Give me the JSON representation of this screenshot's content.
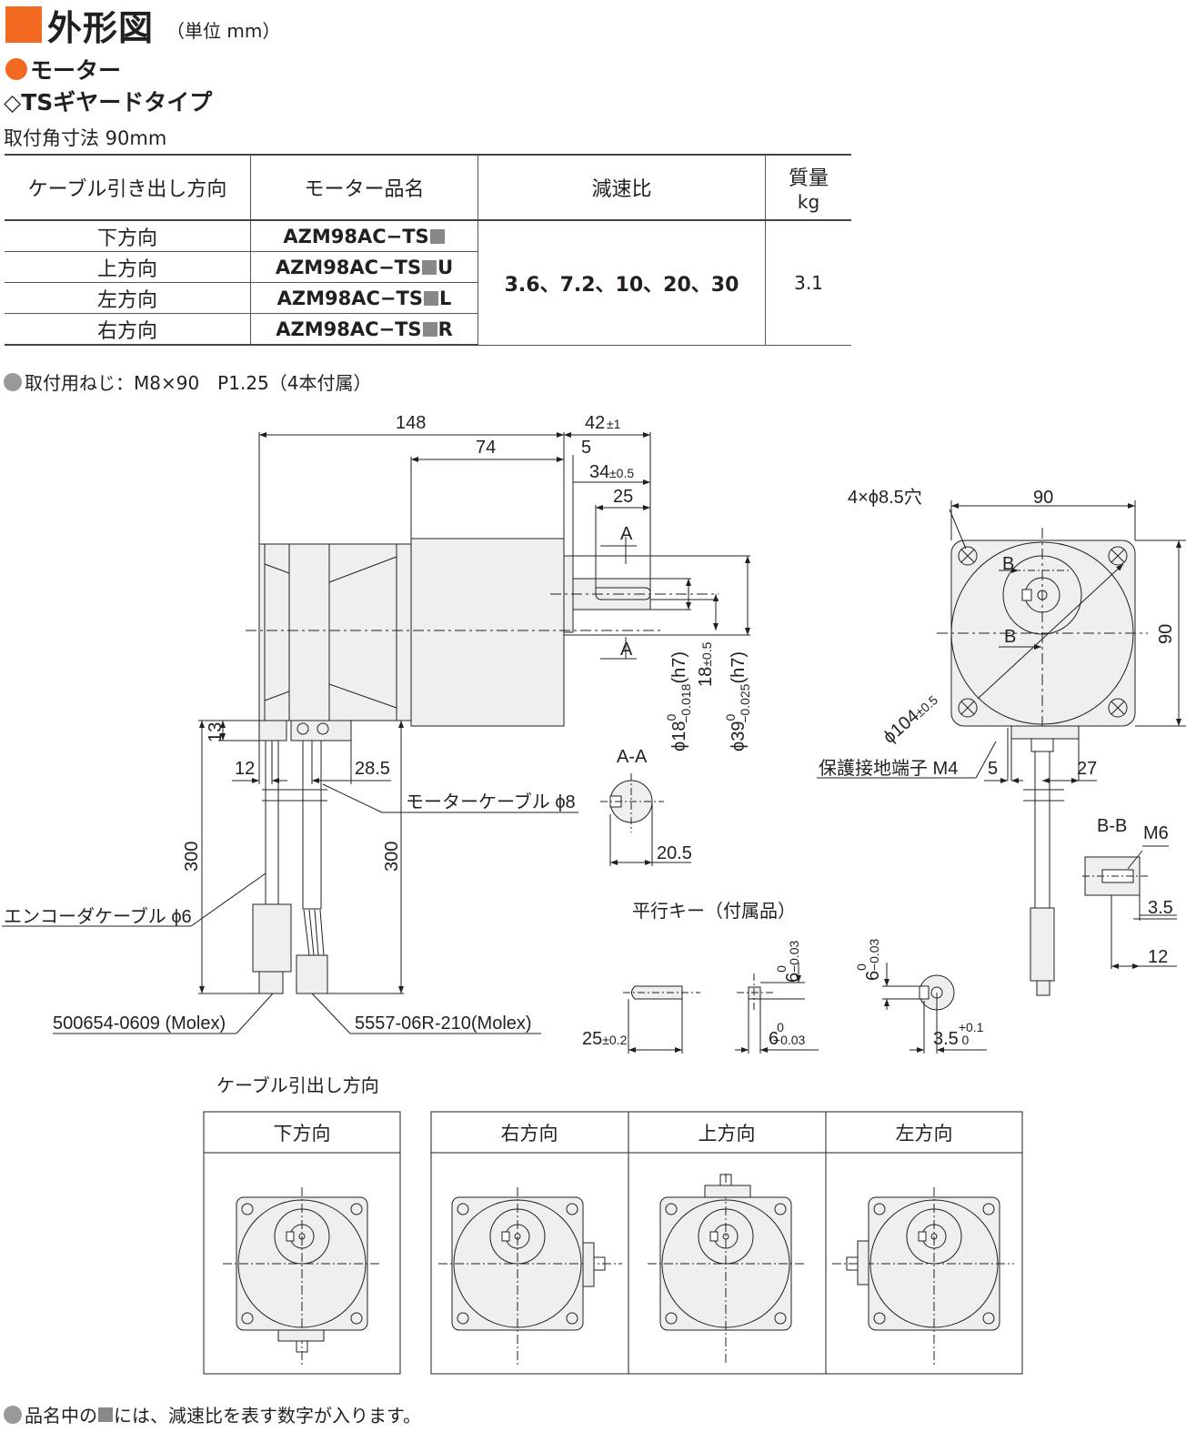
{
  "header": {
    "title": "外形図",
    "unit": "（単位 mm）"
  },
  "section": {
    "motor": "モーター",
    "type": "◇TSギヤードタイプ",
    "mount": "取付角寸法 90mm"
  },
  "table": {
    "headers": [
      "ケーブル引き出し方向",
      "モーター品名",
      "減速比",
      "質量",
      "kg"
    ],
    "rows": [
      {
        "dir": "下方向",
        "model": "AZM98AC−TS",
        "suffix": ""
      },
      {
        "dir": "上方向",
        "model": "AZM98AC−TS",
        "suffix": "U"
      },
      {
        "dir": "左方向",
        "model": "AZM98AC−TS",
        "suffix": "L"
      },
      {
        "dir": "右方向",
        "model": "AZM98AC−TS",
        "suffix": "R"
      }
    ],
    "ratio": "3.6、7.2、10、20、30",
    "mass": "3.1"
  },
  "note": "取付用ねじ：M8×90　P1.25（4本付属）",
  "drawing": {
    "d148": "148",
    "d74": "74",
    "d42": "42",
    "d42tol": "±1",
    "d5": "5",
    "d34": "34",
    "d34tol": "±0.5",
    "d25": "25",
    "secA": "A",
    "d13": "13",
    "d12": "12",
    "d28": "28.5",
    "d300": "300",
    "motor_cable": "モーターケーブル ϕ8",
    "encoder_cable": "エンコーダケーブル ϕ6",
    "conn1": "500654-0609 (Molex)",
    "conn2": "5557-06R-210(Molex)",
    "phi18": "ϕ18",
    "phi18tol": "−0.018",
    "h7": "(h7)",
    "d18": "18",
    "d18tol": "±0.5",
    "phi39": "ϕ39",
    "phi39tol": "−0.025",
    "zero": "0",
    "aa": "A-A",
    "d205": "20.5",
    "holes": "4×ϕ8.5穴",
    "d90": "90",
    "secB": "B",
    "phi104": "ϕ104",
    "phi104tol": "±0.5",
    "ground": "保護接地端子 M4",
    "d27": "27",
    "bb": "B-B",
    "m6": "M6",
    "d35": "3.5",
    "d12b": "12",
    "key_title": "平行キー（付属品）",
    "d25k": "25",
    "d25ktol": "±0.2",
    "d6": "6",
    "d6tol": "−0.03",
    "d35k": "3.5",
    "d35ktol": "+0.1"
  },
  "cable_panel": {
    "title": "ケーブル引出し方向",
    "directions": [
      "下方向",
      "右方向",
      "上方向",
      "左方向"
    ]
  },
  "footnote": {
    "pre": "品名中の",
    "post": "には、減速比を表す数字が入ります。"
  },
  "colors": {
    "accent": "#f26a21",
    "drawing_fill": "#efefef",
    "marker": "#888888"
  }
}
